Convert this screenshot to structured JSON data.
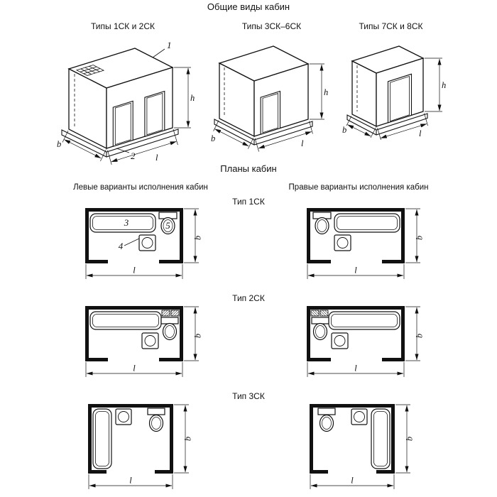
{
  "header": {
    "title": "Общие виды кабин"
  },
  "iso_section": {
    "captions": [
      "Типы 1СК и 2СК",
      "Типы 3СК–6СК",
      "Типы 7СК и 8СК"
    ],
    "callouts": {
      "roof_vent": "1",
      "base": "2"
    },
    "dims": {
      "height": "h",
      "width": "b",
      "length": "l"
    }
  },
  "plans_section": {
    "title": "Планы кабин",
    "left_variants_label": "Левые варианты исполнения кабин",
    "right_variants_label": "Правые варианты исполнения кабин",
    "type_labels": [
      "Тип 1СК",
      "Тип 2СК",
      "Тип 3СК"
    ],
    "callouts": {
      "bath": "3",
      "washbasin": "4",
      "toilet": "5"
    },
    "dims": {
      "width": "b",
      "length": "l"
    }
  }
}
